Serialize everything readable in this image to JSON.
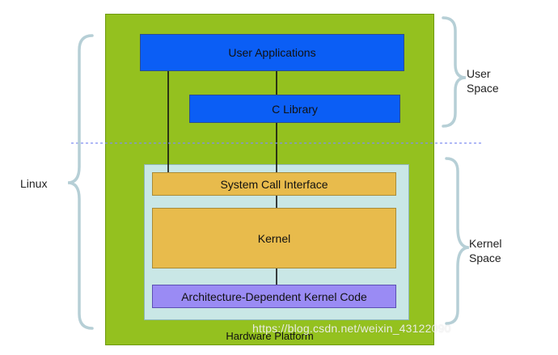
{
  "hardware_platform_label": "Hardware Platform",
  "boxes": {
    "user_applications": "User Applications",
    "c_library": "C Library",
    "system_call_interface": "System Call Interface",
    "kernel": "Kernel",
    "arch_dependent_code": "Architecture-Dependent Kernel Code"
  },
  "side_labels": {
    "linux": "Linux",
    "user_space_line1": "User",
    "user_space_line2": "Space",
    "kernel_space_line1": "Kernel",
    "kernel_space_line2": "Space"
  },
  "watermark": "https://blog.csdn.net/weixin_43122090",
  "colors": {
    "hardware": "#94c11f",
    "user_box": "#0b5ef5",
    "kernel_area": "#c9e7e6",
    "kernel_box": "#e8bb4c",
    "arch_box": "#9a8bf4",
    "brace": "#b6cfd6",
    "divider": "#7f8df0"
  }
}
